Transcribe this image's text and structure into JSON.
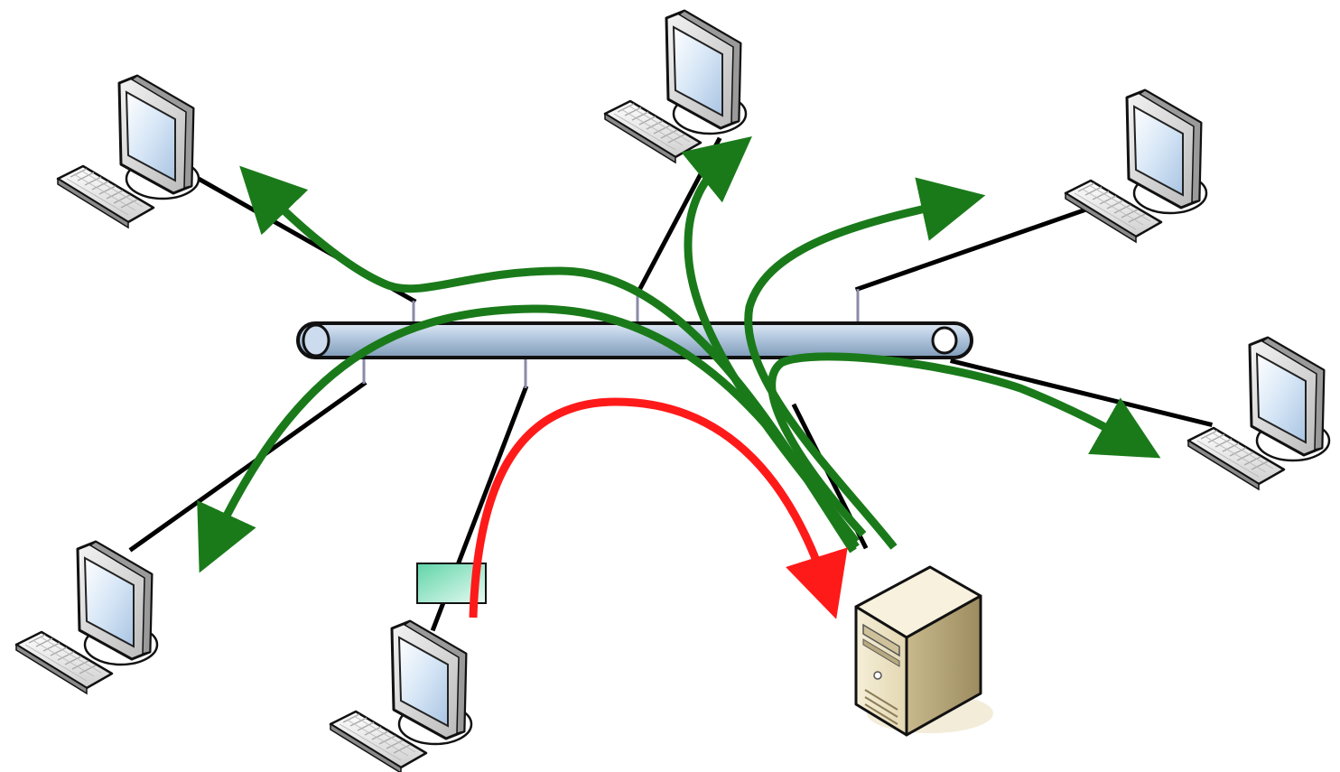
{
  "diagram": {
    "kind": "network-bus-topology",
    "colors": {
      "background": "#ffffff",
      "bus_fill": "#b9cde3",
      "bus_stroke": "#1a1a2e",
      "cable": "#000000",
      "drop_connector": "#8a8aa8",
      "flow_broadcast": "#1a7a1a",
      "flow_request": "#ff1a1a",
      "packet_fill": "#8fe3c6",
      "server_body": "#e9dfbf"
    },
    "nodes": [
      {
        "id": "pc-top-left",
        "type": "workstation",
        "icon": "computer-icon"
      },
      {
        "id": "pc-top-center",
        "type": "workstation",
        "icon": "computer-icon"
      },
      {
        "id": "pc-top-right",
        "type": "workstation",
        "icon": "computer-icon"
      },
      {
        "id": "pc-right",
        "type": "workstation",
        "icon": "computer-icon"
      },
      {
        "id": "pc-bottom-left",
        "type": "workstation",
        "icon": "computer-icon"
      },
      {
        "id": "pc-bottom-center",
        "type": "workstation",
        "icon": "computer-icon",
        "note": "sender"
      },
      {
        "id": "server",
        "type": "server",
        "icon": "server-icon"
      }
    ],
    "flows": [
      {
        "from": "pc-bottom-center",
        "to": "server",
        "kind": "request",
        "color": "red"
      },
      {
        "from": "server",
        "to": "pc-top-left",
        "kind": "broadcast",
        "color": "green"
      },
      {
        "from": "server",
        "to": "pc-top-center",
        "kind": "broadcast",
        "color": "green"
      },
      {
        "from": "server",
        "to": "pc-top-right",
        "kind": "broadcast",
        "color": "green"
      },
      {
        "from": "server",
        "to": "pc-right",
        "kind": "broadcast",
        "color": "green"
      },
      {
        "from": "server",
        "to": "pc-bottom-left",
        "kind": "broadcast",
        "color": "green"
      }
    ]
  }
}
